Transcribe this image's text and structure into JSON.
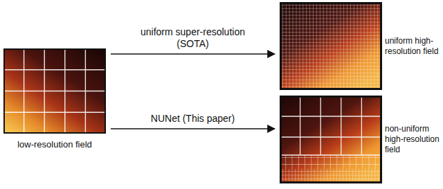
{
  "diagram": {
    "nodes": [
      {
        "text": [
          "low-resolution field"
        ]
      },
      {
        "text": [
          "uniform high-resolution field"
        ]
      },
      {
        "text": [
          "non-uniform high-resolution field"
        ]
      }
    ],
    "edges": [
      {
        "from": 0,
        "to": 1,
        "label": "uniform super-resolution (SOTA)",
        "arrow": "to"
      },
      {
        "from": 0,
        "to": 2,
        "label": "NUNet (This paper)",
        "arrow": "to"
      }
    ]
  }
}
